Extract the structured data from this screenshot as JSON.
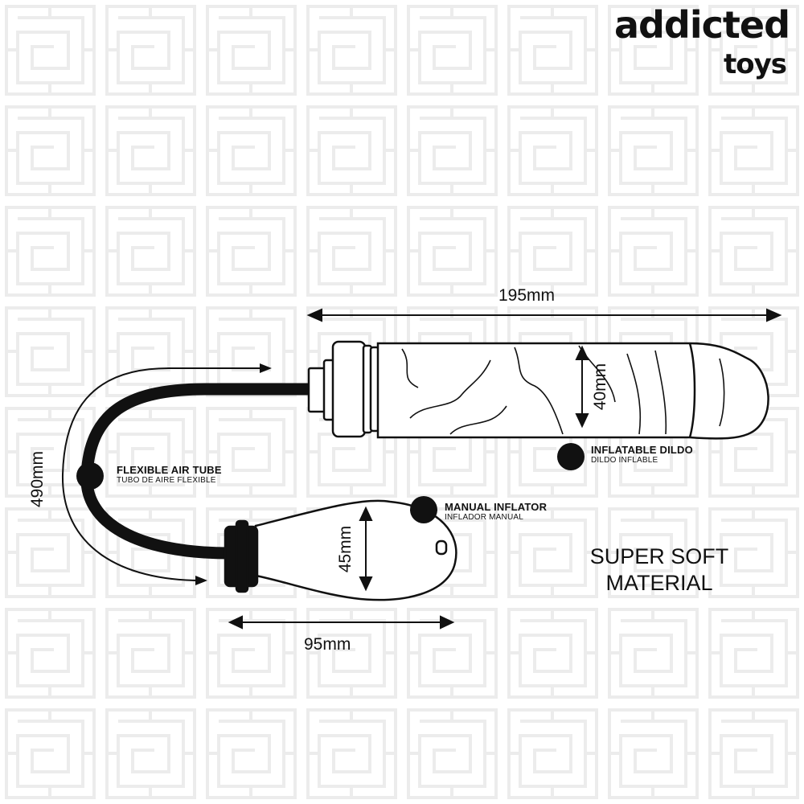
{
  "brand": {
    "line1": "addicted",
    "line2": "toys"
  },
  "dimensions": {
    "dildo_length": "195mm",
    "dildo_diameter": "40mm",
    "tube_length": "490mm",
    "inflator_diameter": "45mm",
    "inflator_length": "95mm"
  },
  "labels": {
    "inflatable_dildo": {
      "en": "INFLATABLE DILDO",
      "es": "DILDO INFLABLE"
    },
    "flexible_air_tube": {
      "en": "FLEXIBLE AIR TUBE",
      "es": "TUBO DE AIRE FLEXIBLE"
    },
    "manual_inflator": {
      "en": "MANUAL INFLATOR",
      "es": "INFLADOR MANUAL"
    }
  },
  "feature": {
    "line1": "SUPER SOFT",
    "line2": "MATERIAL"
  },
  "colors": {
    "ink": "#111111",
    "background": "#ffffff",
    "pattern": "#ececec"
  }
}
